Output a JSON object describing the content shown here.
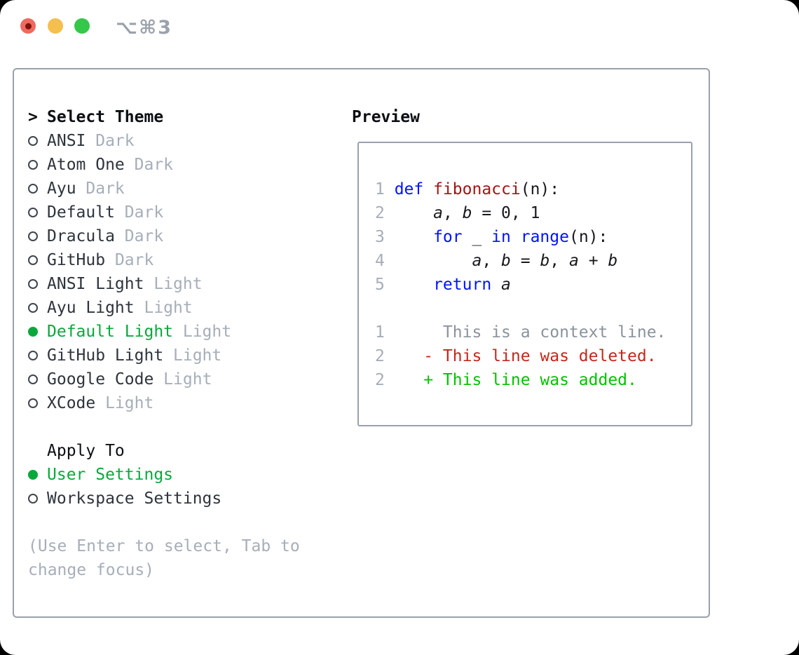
{
  "window": {
    "title": "⌥⌘3",
    "traffic_lights": [
      "close",
      "minimize",
      "zoom"
    ]
  },
  "picker": {
    "cursor": ">",
    "heading": "Select Theme",
    "items": [
      {
        "name": "ANSI",
        "variant": "Dark",
        "selected": false
      },
      {
        "name": "Atom One",
        "variant": "Dark",
        "selected": false
      },
      {
        "name": "Ayu",
        "variant": "Dark",
        "selected": false
      },
      {
        "name": "Default",
        "variant": "Dark",
        "selected": false
      },
      {
        "name": "Dracula",
        "variant": "Dark",
        "selected": false
      },
      {
        "name": "GitHub",
        "variant": "Dark",
        "selected": false
      },
      {
        "name": "ANSI Light",
        "variant": "Light",
        "selected": false
      },
      {
        "name": "Ayu Light",
        "variant": "Light",
        "selected": false
      },
      {
        "name": "Default Light",
        "variant": "Light",
        "selected": true
      },
      {
        "name": "GitHub Light",
        "variant": "Light",
        "selected": false
      },
      {
        "name": "Google Code",
        "variant": "Light",
        "selected": false
      },
      {
        "name": "XCode",
        "variant": "Light",
        "selected": false
      }
    ],
    "apply_heading": "Apply To",
    "apply_items": [
      {
        "label": "User Settings",
        "selected": true
      },
      {
        "label": "Workspace Settings",
        "selected": false
      }
    ],
    "hint": "(Use Enter to select, Tab to change focus)"
  },
  "preview": {
    "heading": "Preview",
    "lines": [
      {
        "num": "1",
        "segments": [
          {
            "text": "def",
            "style": "keyword"
          },
          {
            "text": " ",
            "style": "plain"
          },
          {
            "text": "fibonacci",
            "style": "function"
          },
          {
            "text": "(n):",
            "style": "plain"
          }
        ]
      },
      {
        "num": "2",
        "segments": [
          {
            "text": "    ",
            "style": "plain"
          },
          {
            "text": "a",
            "style": "variable"
          },
          {
            "text": ", ",
            "style": "plain"
          },
          {
            "text": "b",
            "style": "variable"
          },
          {
            "text": " = 0, 1",
            "style": "plain"
          }
        ]
      },
      {
        "num": "3",
        "segments": [
          {
            "text": "    ",
            "style": "plain"
          },
          {
            "text": "for",
            "style": "keyword"
          },
          {
            "text": " _ ",
            "style": "plain"
          },
          {
            "text": "in",
            "style": "keyword"
          },
          {
            "text": " ",
            "style": "plain"
          },
          {
            "text": "range",
            "style": "keyword"
          },
          {
            "text": "(n):",
            "style": "plain"
          }
        ]
      },
      {
        "num": "4",
        "segments": [
          {
            "text": "        ",
            "style": "plain"
          },
          {
            "text": "a",
            "style": "variable"
          },
          {
            "text": ", ",
            "style": "plain"
          },
          {
            "text": "b",
            "style": "variable"
          },
          {
            "text": " = ",
            "style": "plain"
          },
          {
            "text": "b",
            "style": "variable"
          },
          {
            "text": ", ",
            "style": "plain"
          },
          {
            "text": "a",
            "style": "variable"
          },
          {
            "text": " + ",
            "style": "plain"
          },
          {
            "text": "b",
            "style": "variable"
          }
        ]
      },
      {
        "num": "5",
        "segments": [
          {
            "text": "    ",
            "style": "plain"
          },
          {
            "text": "return",
            "style": "keyword"
          },
          {
            "text": " ",
            "style": "plain"
          },
          {
            "text": "a",
            "style": "variable"
          }
        ]
      },
      {
        "num": "",
        "segments": []
      },
      {
        "num": "1",
        "segments": [
          {
            "text": "     This is a context line.",
            "style": "context"
          }
        ]
      },
      {
        "num": "2",
        "segments": [
          {
            "text": "   - This line was deleted.",
            "style": "deleted"
          }
        ]
      },
      {
        "num": "2",
        "segments": [
          {
            "text": "   + This line was added.",
            "style": "added"
          }
        ]
      }
    ]
  },
  "colors": {
    "selection_green": "#0aa83c",
    "added_green": "#00c300",
    "deleted_red": "#c5271c",
    "keyword_blue": "#0013ff",
    "function_red": "#a31515",
    "muted_gray": "#a6aeb9",
    "context_gray": "#8b939d",
    "text_dark": "#2e343c",
    "code_text": "#17191d",
    "heading_black": "#0c0f13",
    "border_gray": "#98a1ac",
    "traffic_red": "#ee6a5e",
    "traffic_red_dot": "#7d120b",
    "traffic_yellow": "#f5bf4f",
    "traffic_green": "#35c749",
    "titlebar_gray": "#9ba2ab"
  }
}
